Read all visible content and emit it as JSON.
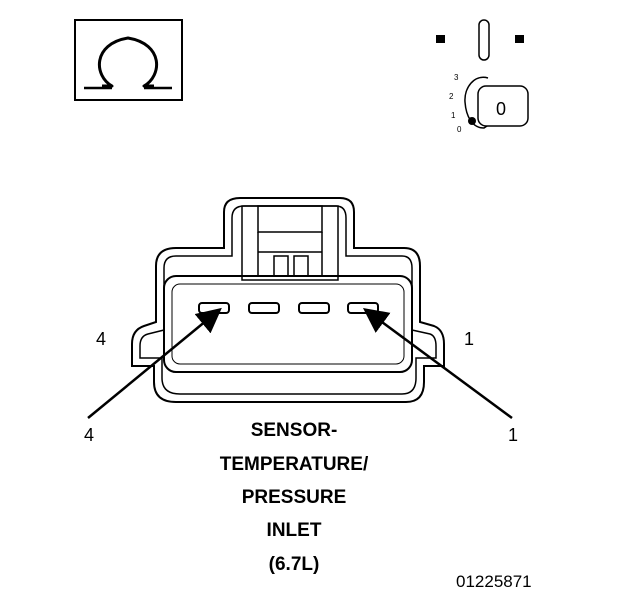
{
  "symbols": {
    "ohm_icon": "ohm-symbol",
    "ignition_icon": "ignition-key-off",
    "ignition_positions": [
      "3",
      "2",
      "1",
      "0"
    ],
    "key_position_label": "0"
  },
  "connector": {
    "pin_label_left_top": "4",
    "pin_label_right_top": "1",
    "callout_left": "4",
    "callout_right": "1",
    "pin_count": 4
  },
  "caption": {
    "line1": "SENSOR-",
    "line2": "TEMPERATURE/",
    "line3": "PRESSURE",
    "line4": "INLET",
    "line5": "(6.7L)"
  },
  "figure_id": "01225871"
}
